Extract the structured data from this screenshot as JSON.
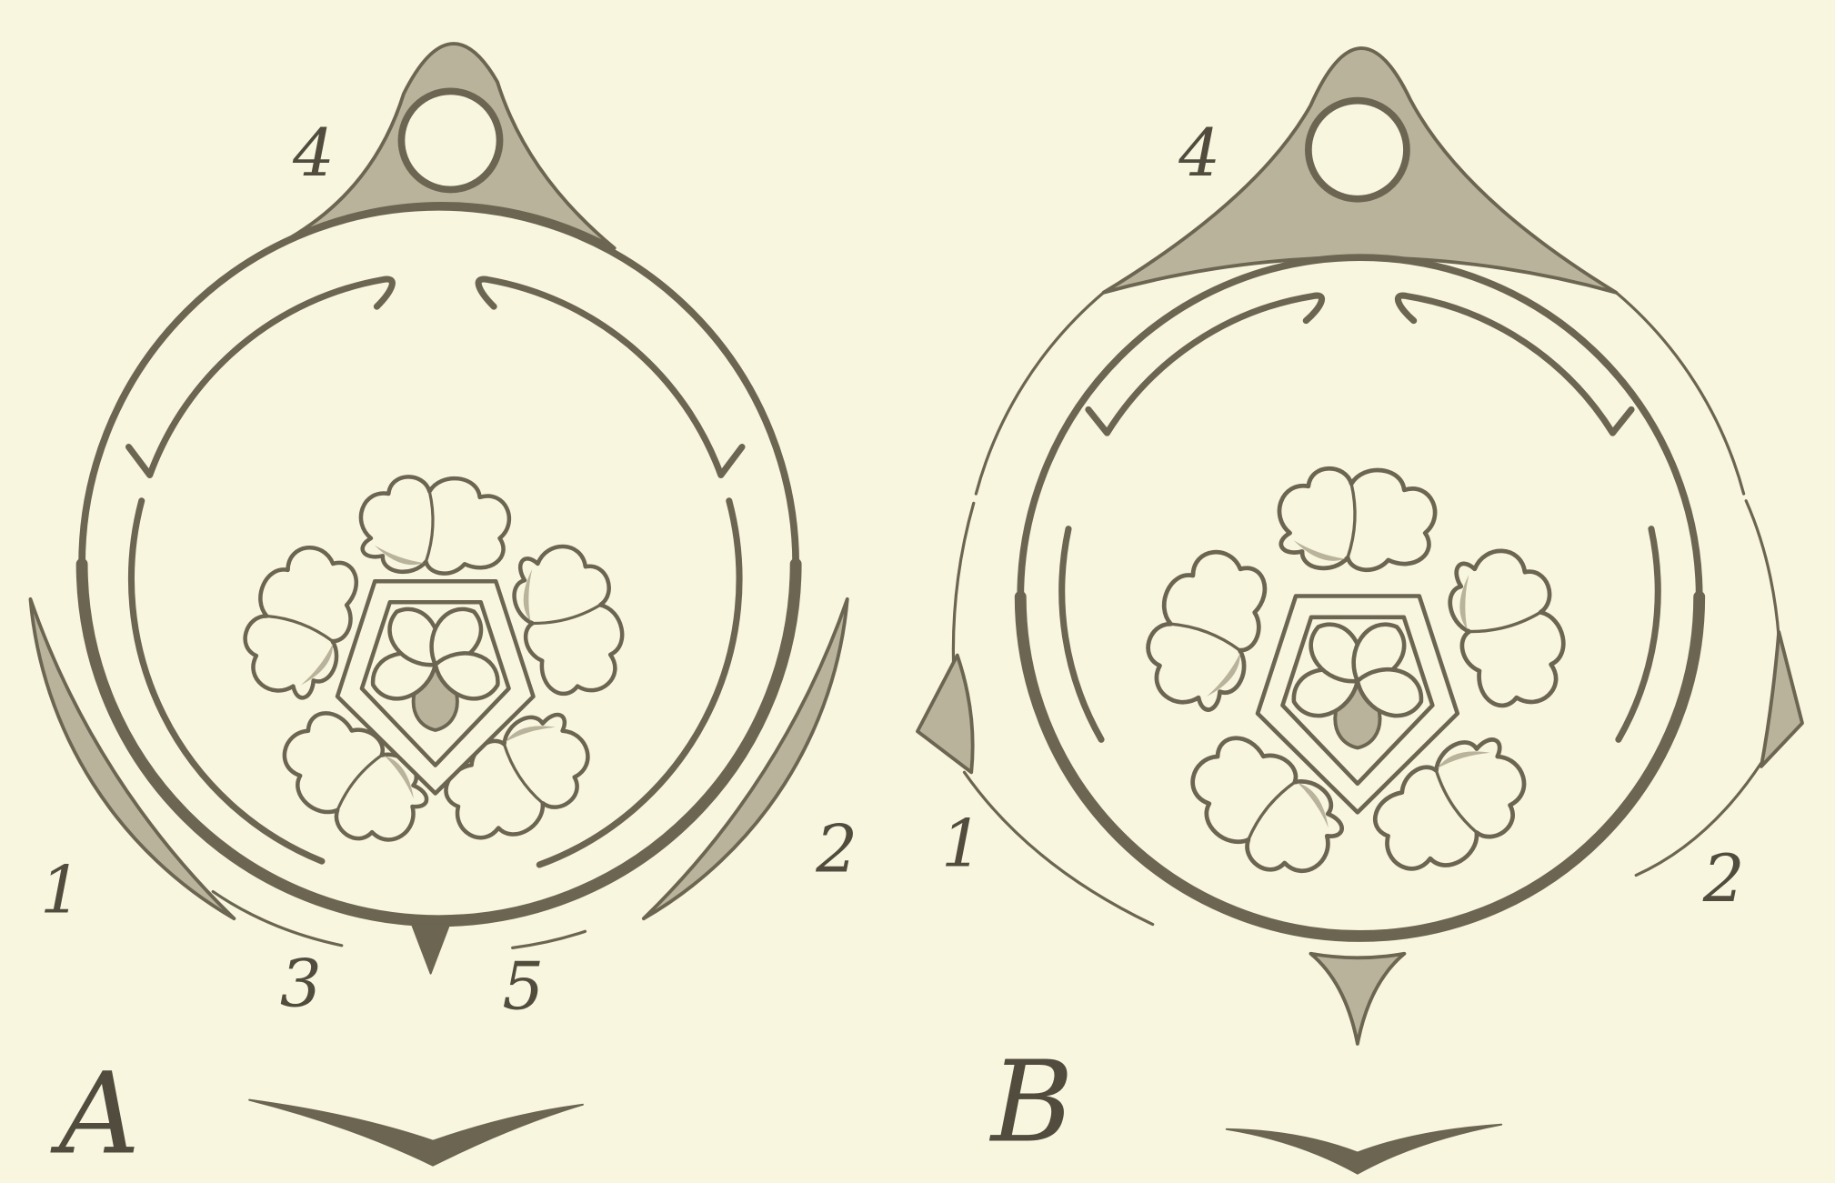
{
  "figures": [
    {
      "letter": "A",
      "sepal_numbers": {
        "one": "1",
        "two": "2",
        "three": "3",
        "four": "4",
        "five": "5"
      }
    },
    {
      "letter": "B",
      "sepal_numbers": {
        "one": "1",
        "two": "2",
        "four": "4"
      }
    }
  ],
  "colors": {
    "paper": "#f8f6df",
    "ink": "#6b6551",
    "shade": "#b9b39b",
    "label": "#514c3d"
  }
}
